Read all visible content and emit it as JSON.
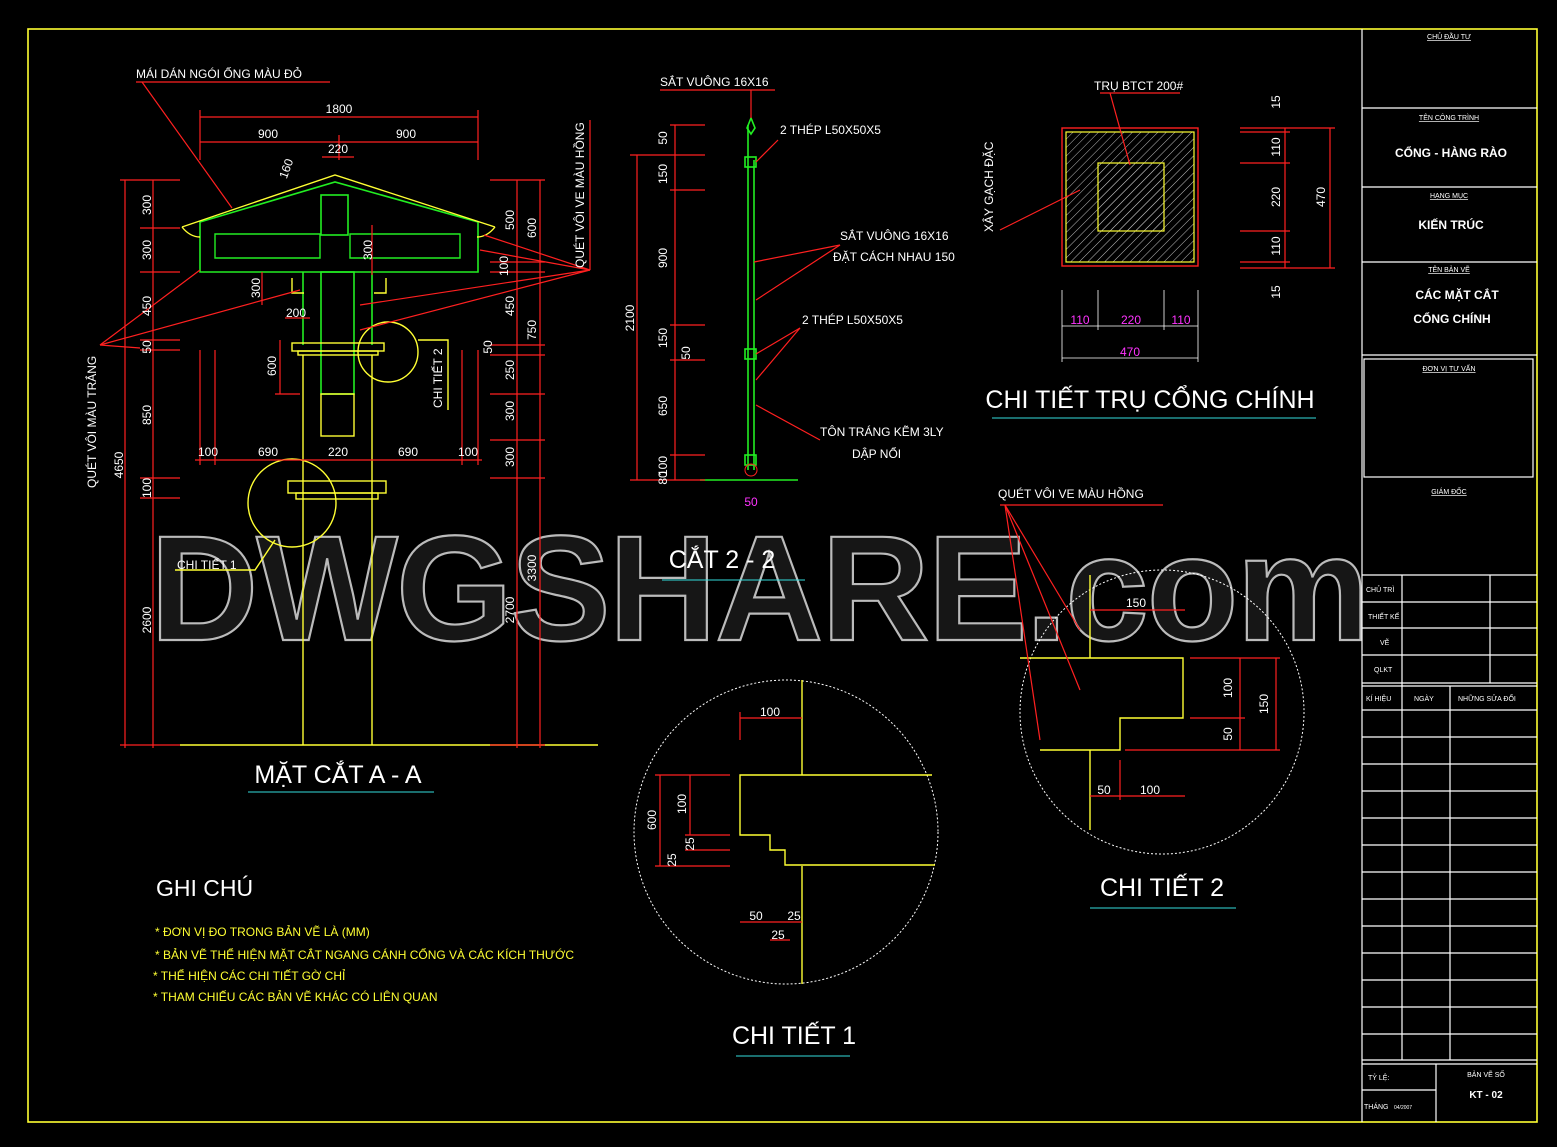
{
  "section_aa": {
    "title": "MẶT CẮT A - A",
    "roof_label": "MÁI DÁN NGÓI ỐNG MÀU ĐỎ",
    "left_label": "QUÉT VÔI MÀU TRẮNG",
    "right_label": "QUÉT VÔI VE MÀU HỒNG",
    "detail2_ref": "CHI TIẾT 2",
    "detail1_ref": "CHI TIẾT 1",
    "top_dims": [
      "1800",
      "900",
      "900",
      "220",
      "160"
    ],
    "left_dims": [
      "300",
      "300",
      "450",
      "50",
      "850",
      "100",
      "2600",
      "4650"
    ],
    "right_dims": [
      "500",
      "600",
      "100",
      "450",
      "750",
      "50",
      "250",
      "300",
      "300",
      "2700",
      "3300"
    ],
    "inner_dims": [
      "300",
      "300",
      "200",
      "600"
    ],
    "bottom_dims": [
      "100",
      "690",
      "220",
      "690",
      "100"
    ]
  },
  "section_22": {
    "title": "CẮT 2 -  2",
    "labels": [
      "SẮT VUÔNG 16X16",
      "2 THÉP L50X50X5",
      "SẮT VUÔNG 16X16",
      "ĐẶT CÁCH NHAU 150",
      "2 THÉP L50X50X5",
      "TÔN TRÁNG KẼM 3LY",
      "DẬP NỔI"
    ],
    "dims": [
      "50",
      "150",
      "900",
      "2100",
      "150",
      "50",
      "650",
      "100",
      "80",
      "50"
    ]
  },
  "column_detail": {
    "title": "CHI TIẾT TRỤ CỔNG CHÍNH",
    "label_top": "TRỤ BTCT 200#",
    "label_side": "XÂY GẠCH ĐẶC",
    "right_dims": [
      "15",
      "110",
      "220",
      "110",
      "15",
      "470"
    ],
    "bottom_dims": [
      "110",
      "220",
      "110",
      "470"
    ]
  },
  "detail2": {
    "title": "CHI TIẾT 2",
    "label": "QUÉT VÔI VE MÀU HỒNG",
    "dims": [
      "150",
      "100",
      "150",
      "50",
      "50",
      "100"
    ]
  },
  "detail1": {
    "title": "CHI TIẾT 1",
    "dims": [
      "100",
      "600",
      "100",
      "25",
      "25",
      "50",
      "25",
      "25"
    ]
  },
  "notes": {
    "heading": "GHI CHÚ",
    "items": [
      "* ĐƠN VỊ ĐO TRONG BẢN VẼ LÀ (MM)",
      "* BẢN VẼ THỂ HIỆN MẶT CẮT NGANG CÁNH CỔNG VÀ CÁC KÍCH THƯỚC",
      "* THỂ HIỆN CÁC CHI TIẾT GỜ CHỈ",
      "* THAM CHIẾU CÁC BẢN VẼ KHÁC CÓ LIÊN QUAN"
    ]
  },
  "title_block": {
    "owner_label": "CHỦ ĐẦU TƯ",
    "project_label": "TÊN CÔNG TRÌNH",
    "project": "CỔNG - HÀNG RÀO",
    "category_label": "HẠNG MỤC",
    "category": "KIẾN TRÚC",
    "drawing_label": "TÊN BẢN VẼ",
    "drawing_line1": "CÁC MẶT CẮT",
    "drawing_line2": "CỔNG CHÍNH",
    "consultant_label": "ĐƠN VỊ TƯ VẤN",
    "director_label": "GIÁM ĐỐC",
    "roles": [
      "CHỦ TRÌ",
      "THIẾT KẾ",
      "VẼ",
      "QLKT"
    ],
    "revision_headers": [
      "KÍ HIỆU",
      "NGÀY",
      "NHỮNG SỬA ĐỔI"
    ],
    "scale_label": "TỶ LỆ:",
    "month_label": "THÁNG",
    "month_value": "04/2007",
    "sheet_label": "BẢN VẼ SỐ",
    "sheet_no": "KT - 02"
  },
  "watermark": "DWGSHARE.com",
  "colors": {
    "dimension": "#ff2020",
    "outline": "#ffff33",
    "concrete": "#22ee22",
    "title_underline": "#33dddd",
    "dim_magenta": "#ff33ff"
  }
}
